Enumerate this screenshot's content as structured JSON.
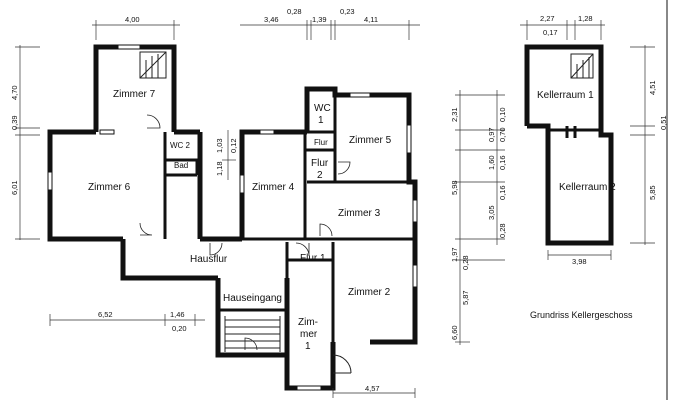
{
  "title": "Grundriss Kellergeschoss",
  "rooms": {
    "zimmer7": "Zimmer 7",
    "zimmer6": "Zimmer 6",
    "wc2": "WC 2",
    "bad": "Bad",
    "zimmer4": "Zimmer 4",
    "wc1_a": "WC",
    "wc1_b": "1",
    "flur2_small": "Flur",
    "flur2_a": "Flur",
    "flur2_b": "2",
    "zimmer5": "Zimmer 5",
    "zimmer3": "Zimmer 3",
    "hausflur": "Hausflur",
    "flur1": "Flur 1",
    "zimmer2": "Zimmer 2",
    "hauseingang": "Hauseingang",
    "zimmer1_a": "Zim-",
    "zimmer1_b": "mer",
    "zimmer1_c": "1",
    "kellerraum1": "Kellerraum 1",
    "kellerraum2": "Kellerraum 2"
  },
  "dimensions": {
    "top_400": "4,00",
    "top_028": "0,28",
    "top_346": "3,46",
    "top_139": "1,39",
    "top_023": "0,23",
    "top_411": "4,11",
    "left_470": "4,70",
    "left_039": "0,39",
    "left_601": "6,01",
    "mid_103": "1,03",
    "mid_118": "1,18",
    "mid_012": "0,12",
    "bottom_652": "6,52",
    "bottom_146": "1,46",
    "bottom_020": "0,20",
    "bottom_457": "4,57",
    "right_231": "2,31",
    "right_010": "0,10",
    "right_097": "0,97",
    "right_070": "0,70",
    "right_160": "1,60",
    "right_016a": "0,16",
    "right_598": "5,98",
    "right_016b": "0,16",
    "right_305": "3,05",
    "right_028a": "0,28",
    "right_197": "1,97",
    "right_028b": "0,28",
    "right_587": "5,87",
    "right_660": "6,60",
    "k_227": "2,27",
    "k_128": "1,28",
    "k_017": "0,17",
    "k_451": "4,51",
    "k_051": "0,51",
    "k_585": "5,85",
    "k_398": "3,98"
  }
}
